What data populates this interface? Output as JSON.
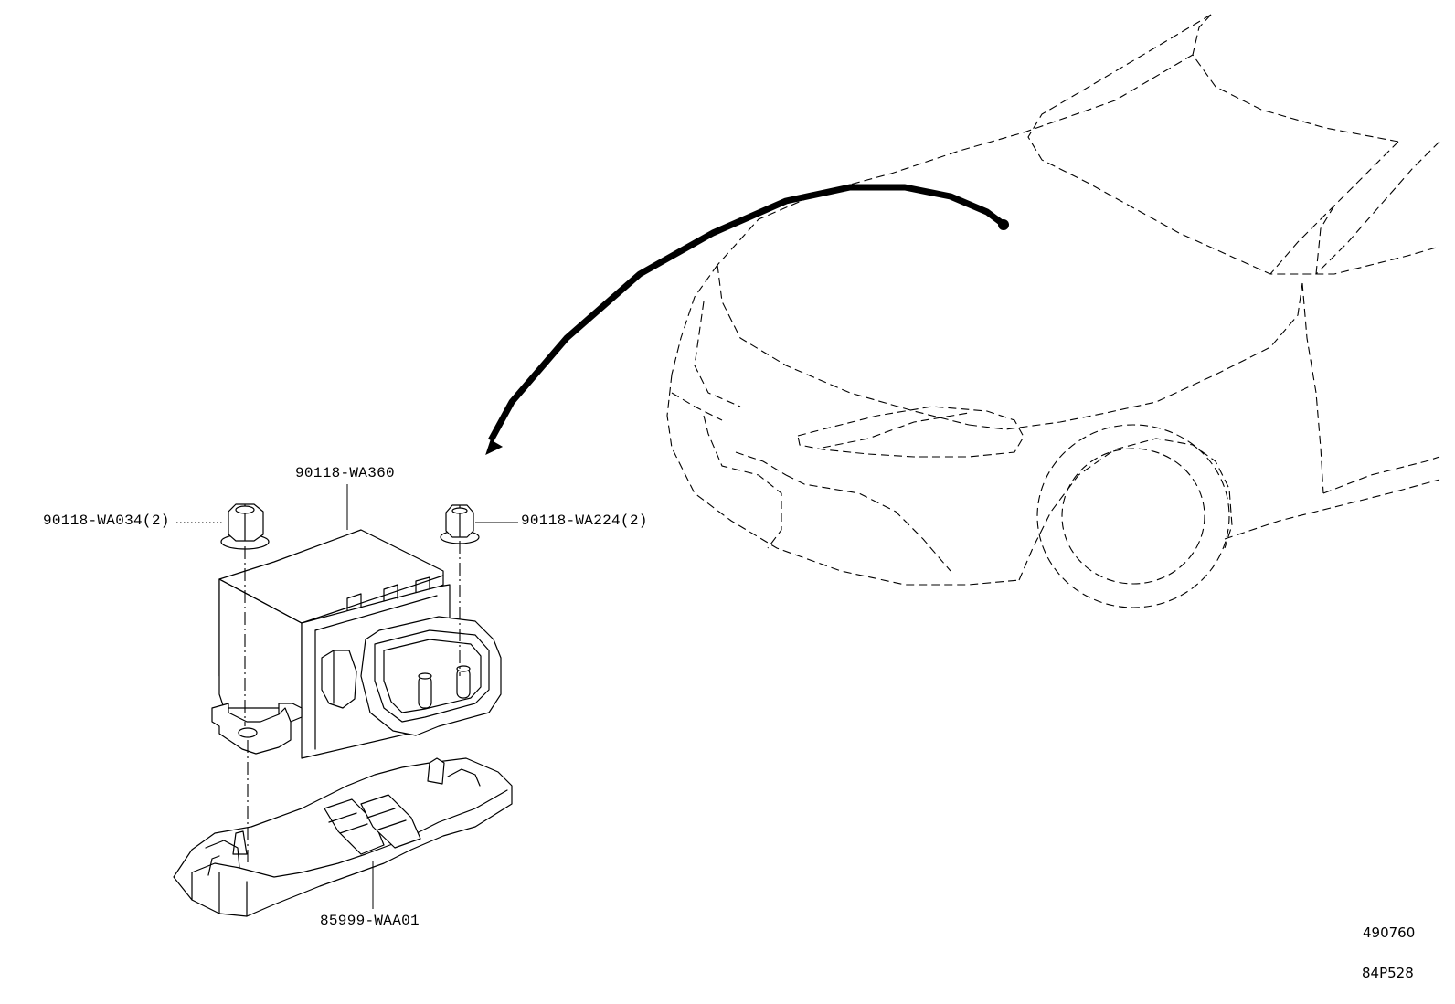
{
  "callouts": {
    "sensor": "90118-WA360",
    "nut_left": "90118-WA034(2)",
    "nut_right": "90118-WA224(2)",
    "bracket": "85999-WAA01"
  },
  "illustration_code": "490760",
  "figure_code": "84P528"
}
